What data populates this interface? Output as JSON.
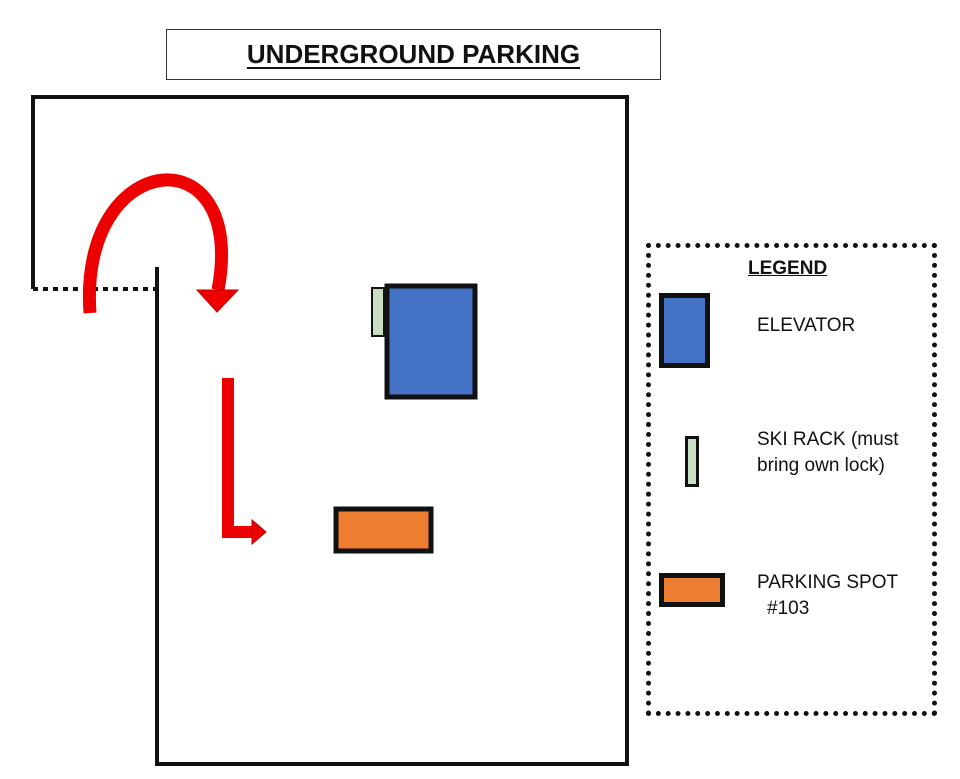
{
  "title": "UNDERGROUND PARKING",
  "colors": {
    "elevator": "#4472c4",
    "ski_rack": "#c9dfc2",
    "parking_spot": "#ed7d31",
    "arrow": "#ee1111",
    "outline": "#111111"
  },
  "legend": {
    "title": "LEGEND",
    "items": [
      {
        "icon": "elevator-swatch",
        "lines": [
          "ELEVATOR"
        ]
      },
      {
        "icon": "ski-rack-swatch",
        "lines": [
          "SKI RACK (must",
          "bring own lock)"
        ]
      },
      {
        "icon": "parking-spot-swatch",
        "lines": [
          "PARKING SPOT",
          "#103"
        ]
      }
    ]
  }
}
